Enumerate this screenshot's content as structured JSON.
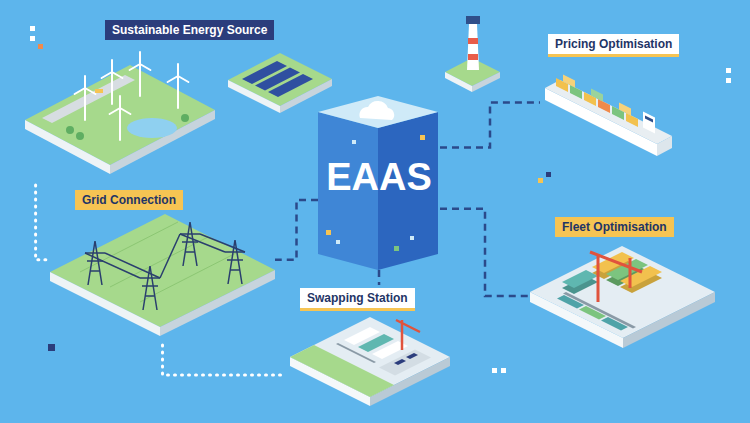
{
  "diagram": {
    "nodes": [
      {
        "text": [
          "Sustainable Energy Source"
        ]
      },
      {
        "text": [
          "Pricing Optimisation"
        ]
      },
      {
        "text": [
          "EAAS"
        ]
      },
      {
        "text": [
          "Grid Connection"
        ]
      },
      {
        "text": [
          "Fleet Optimisation"
        ]
      },
      {
        "text": [
          "Swapping Station"
        ]
      }
    ],
    "edges": [
      {
        "from": 2,
        "to": 1,
        "arrow": "none"
      },
      {
        "from": 2,
        "to": 4,
        "arrow": "none"
      },
      {
        "from": 2,
        "to": 5,
        "arrow": "none"
      },
      {
        "from": 2,
        "to": 3,
        "arrow": "none"
      },
      {
        "from": 0,
        "to": 3,
        "arrow": "none"
      },
      {
        "from": 3,
        "to": 5,
        "arrow": "none"
      }
    ]
  }
}
